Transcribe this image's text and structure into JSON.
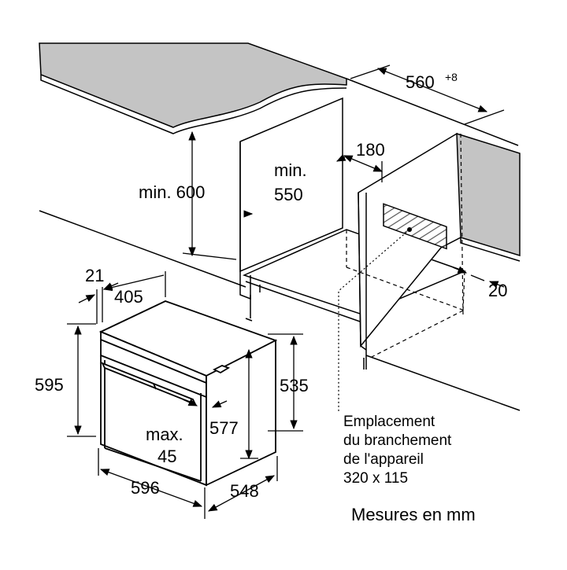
{
  "units_caption": "Mesures en mm",
  "dimensions": {
    "niche_width": "560",
    "niche_width_tolerance": "+8",
    "niche_height_label_1": "min.",
    "niche_height_value_1": "550",
    "cabinet_height": "min. 600",
    "ventilation_depth": "180",
    "rear_gap": "20",
    "panel_thickness": "21",
    "panel_offset": "405",
    "oven_height": "595",
    "body_height": "535",
    "inner_height": "577",
    "handle_label": "max.",
    "handle_value": "45",
    "oven_width": "596",
    "oven_depth": "548"
  },
  "connection_note": {
    "line1": "Emplacement",
    "line2": "du branchement",
    "line3": "de l'appareil",
    "line4": "320 x 115"
  },
  "colors": {
    "countertop": "#c4c4c4",
    "line": "#000000",
    "hatch": "#555555"
  }
}
